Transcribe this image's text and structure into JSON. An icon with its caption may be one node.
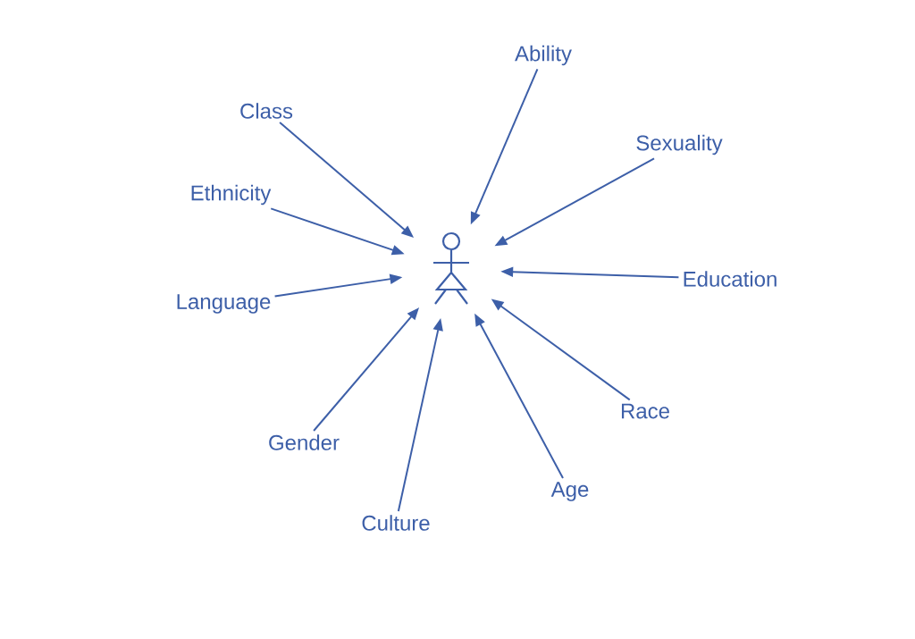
{
  "diagram": {
    "nodes": [
      {
        "text": [],
        "shape": "person"
      },
      {
        "text": [
          "Ability"
        ]
      },
      {
        "text": [
          "Class"
        ]
      },
      {
        "text": [
          "Sexuality"
        ]
      },
      {
        "text": [
          "Ethnicity"
        ]
      },
      {
        "text": [
          "Education"
        ]
      },
      {
        "text": [
          "Language"
        ]
      },
      {
        "text": [
          "Race"
        ]
      },
      {
        "text": [
          "Gender"
        ]
      },
      {
        "text": [
          "Age"
        ]
      },
      {
        "text": [
          "Culture"
        ]
      }
    ],
    "edges": [
      {
        "from": 1,
        "to": 0,
        "arrow": "to"
      },
      {
        "from": 2,
        "to": 0,
        "arrow": "to"
      },
      {
        "from": 3,
        "to": 0,
        "arrow": "to"
      },
      {
        "from": 4,
        "to": 0,
        "arrow": "to"
      },
      {
        "from": 5,
        "to": 0,
        "arrow": "to"
      },
      {
        "from": 6,
        "to": 0,
        "arrow": "to"
      },
      {
        "from": 7,
        "to": 0,
        "arrow": "to"
      },
      {
        "from": 8,
        "to": 0,
        "arrow": "to"
      },
      {
        "from": 9,
        "to": 0,
        "arrow": "to"
      },
      {
        "from": 10,
        "to": 0,
        "arrow": "to"
      }
    ]
  }
}
